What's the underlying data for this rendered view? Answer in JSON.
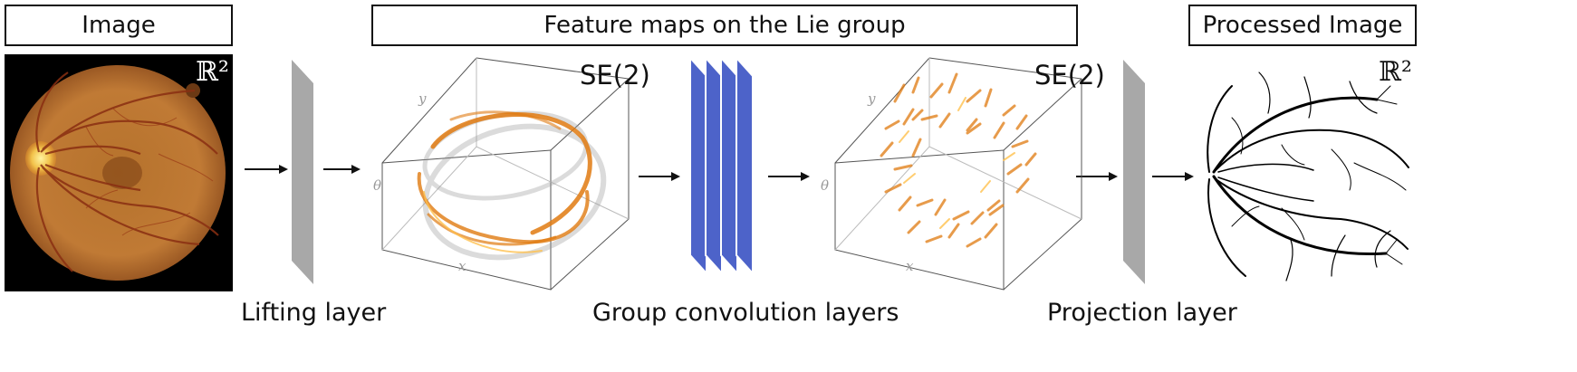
{
  "titles": {
    "image": "Image",
    "feature_maps": "Feature maps on the Lie group",
    "processed": "Processed Image"
  },
  "captions": {
    "lifting": "Lifting layer",
    "group_conv": "Group convolution layers",
    "projection": "Projection layer"
  },
  "space_labels": {
    "input_space": "ℝ²",
    "feature_space_1": "SE(2)",
    "feature_space_2": "SE(2)",
    "output_space": "ℝ²"
  },
  "axes": {
    "y": "y",
    "theta": "θ",
    "x": "x"
  },
  "colors": {
    "layer_gray": "#a8a8a8",
    "conv_blue": "#4d63c9",
    "fundus_orange": "#c9762a",
    "feature_orange": "#e07a10"
  }
}
